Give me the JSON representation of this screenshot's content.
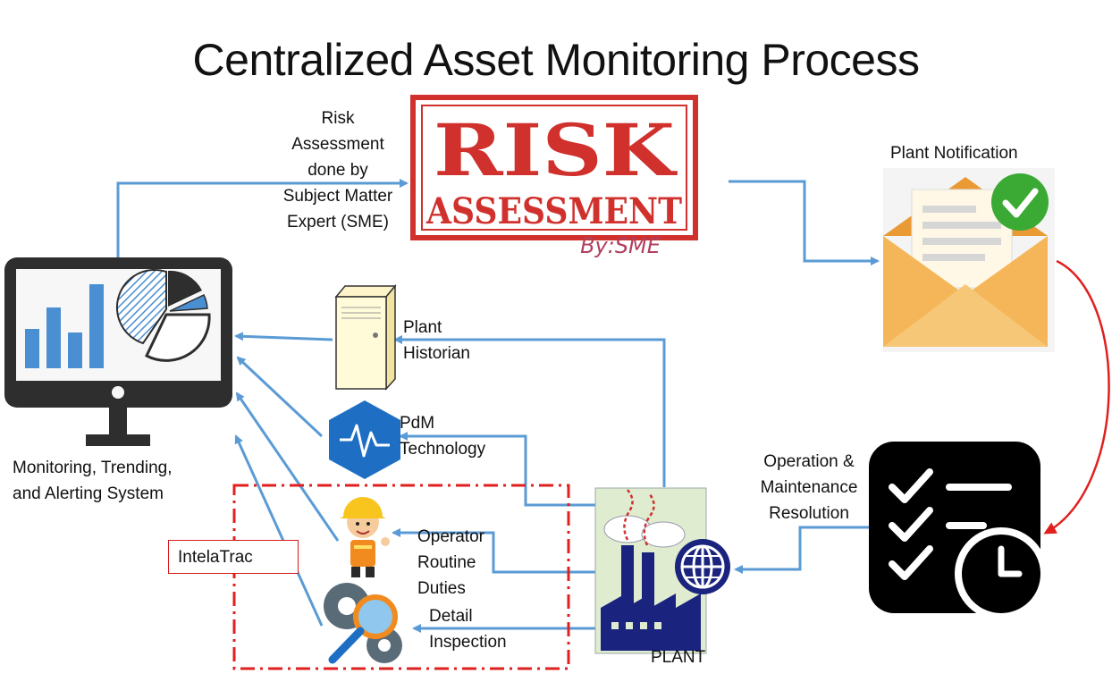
{
  "title": "Centralized Asset Monitoring Process",
  "labels": {
    "risk_assessment_note": [
      "Risk",
      "Assessment",
      "done by",
      "Subject Matter",
      "Expert (SME)"
    ],
    "plant_notification": "Plant Notification",
    "plant_historian": [
      "Plant",
      "Historian"
    ],
    "pdm_technology": [
      "PdM",
      "Technology"
    ],
    "monitoring_system": [
      "Monitoring, Trending,",
      "and Alerting System"
    ],
    "intelatrac": "IntelaTrac",
    "operator_duties": [
      "Operator",
      "Routine",
      "Duties"
    ],
    "detail_inspection": [
      "Detail",
      "Inspection"
    ],
    "plant": "PLANT",
    "om_resolution": [
      "Operation &",
      "Maintenance",
      "Resolution"
    ]
  },
  "stamp": {
    "line1": "RISK",
    "line2": "ASSESSMENT",
    "signature": "By:SME"
  },
  "colors": {
    "arrow_blue": "#5b9bd5",
    "stamp_red": "#d0312d",
    "dash_red": "#e0201f",
    "monitor_dark": "#2e2e2e",
    "chart_blue": "#4a8fd1",
    "envelope": "#f4b659",
    "check_green": "#3aaa35",
    "factory_navy": "#1a237e"
  }
}
